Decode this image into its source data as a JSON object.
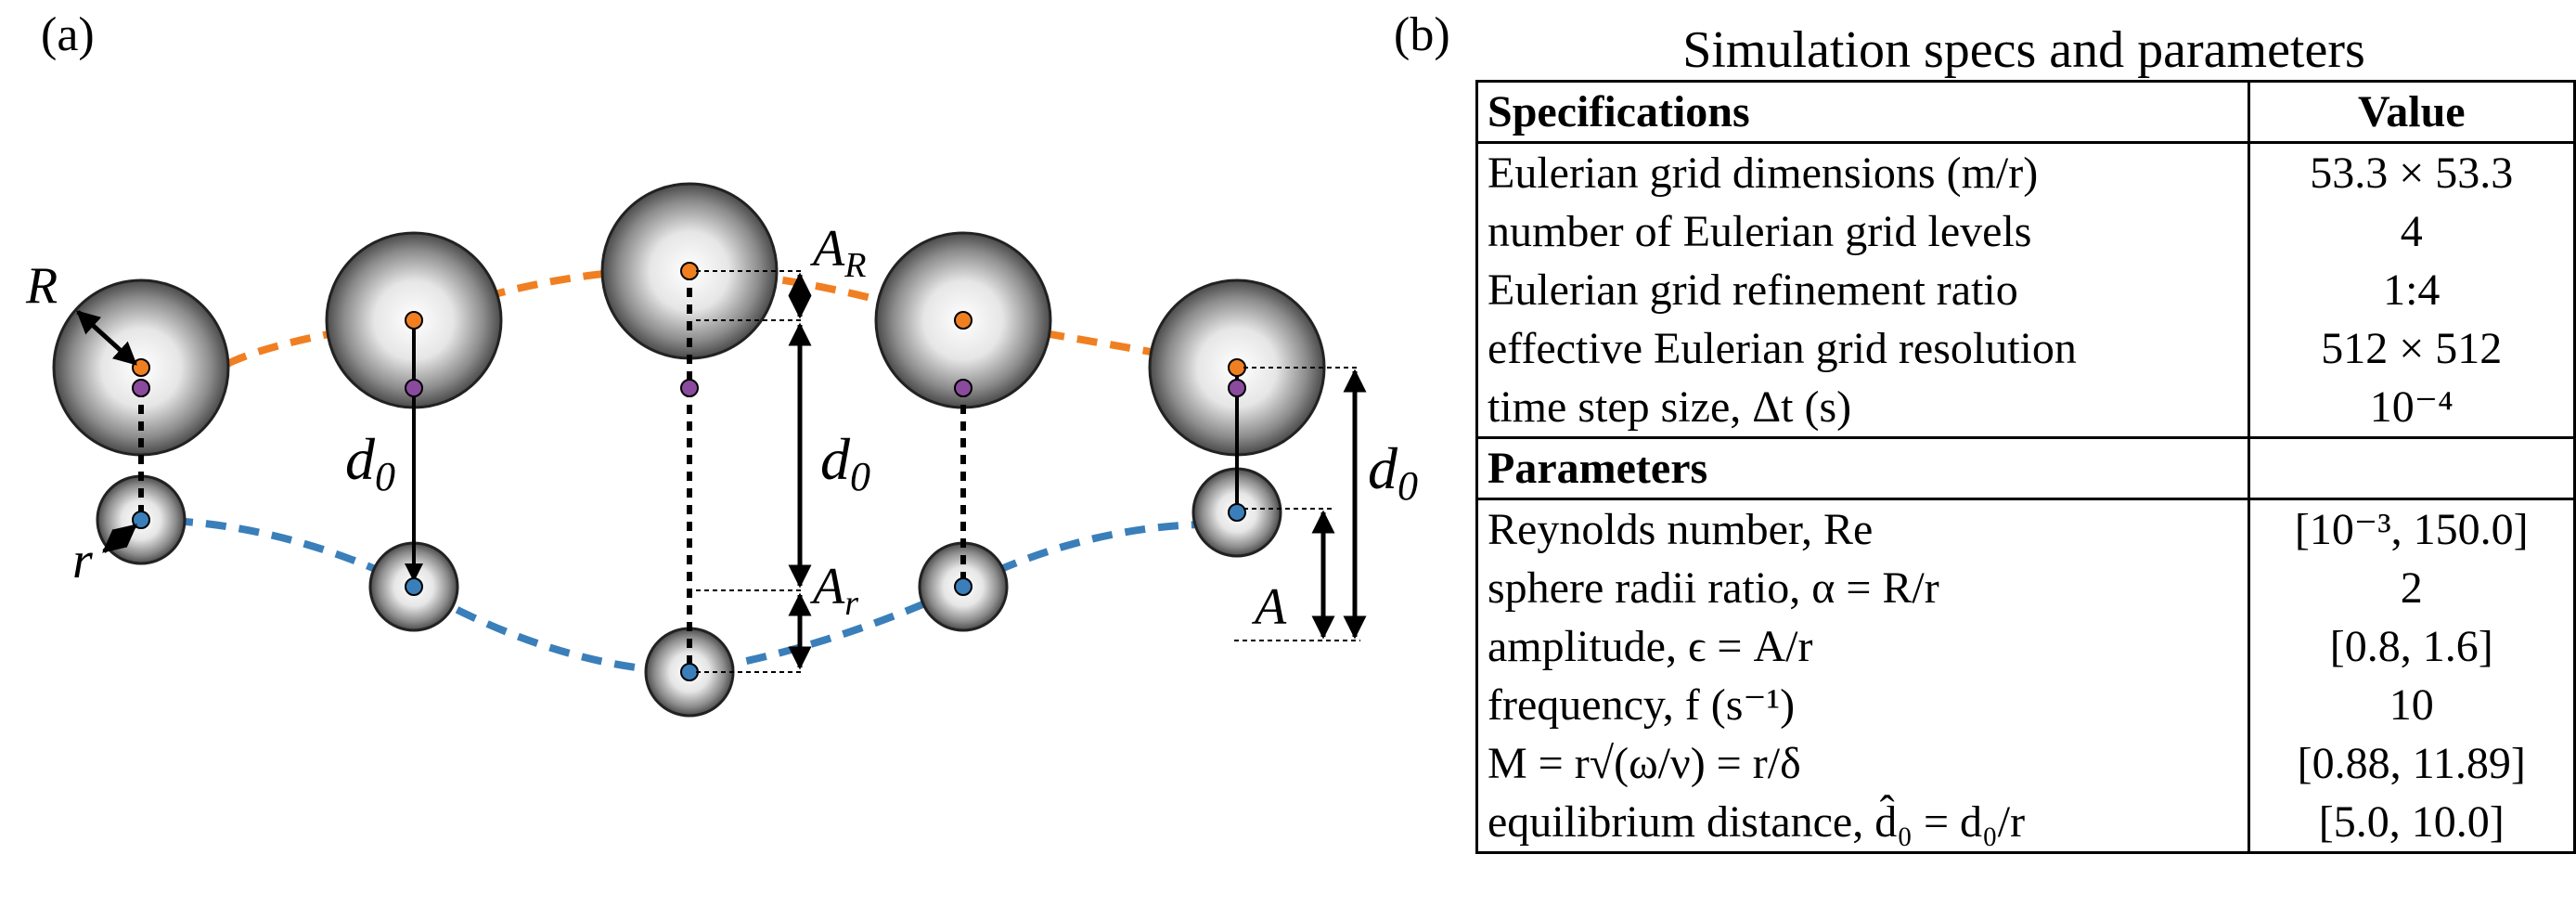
{
  "panels": {
    "a": "(a)",
    "b": "(b)"
  },
  "diagram_labels": {
    "R": "R",
    "r": "r",
    "d0_left": "d",
    "d0_mid": "d",
    "d0_right": "d",
    "d0_sub": "0",
    "A_R": "A",
    "A_R_sub": "R",
    "A_r": "A",
    "A_r_sub": "r",
    "A": "A"
  },
  "colors": {
    "large_path": "#f07f22",
    "small_path": "#3a7fba",
    "connector_marker": "#8a4a9e"
  },
  "table": {
    "title": "Simulation specs and parameters",
    "specs_header": "Specifications",
    "value_header": "Value",
    "specs": [
      {
        "name": "Eulerian grid dimensions (m/r)",
        "value": "53.3 × 53.3"
      },
      {
        "name": "number of Eulerian grid levels",
        "value": "4"
      },
      {
        "name": "Eulerian grid refinement ratio",
        "value": "1:4"
      },
      {
        "name": "effective Eulerian grid resolution",
        "value": "512 × 512"
      },
      {
        "name": "time step size, Δt (s)",
        "value": "10⁻⁴"
      }
    ],
    "params_header": "Parameters",
    "params": [
      {
        "name": "Reynolds number, Re",
        "value": "[10⁻³, 150.0]"
      },
      {
        "name": "sphere radii ratio, α = R/r",
        "value": "2"
      },
      {
        "name": "amplitude, ϵ = A/r",
        "value": "[0.8, 1.6]"
      },
      {
        "name": "frequency, f (s⁻¹)",
        "value": "10"
      },
      {
        "name": "M = r√(ω/ν) = r/δ",
        "value": "[0.88, 11.89]"
      },
      {
        "name": "equilibrium distance, d̂₀ = d₀/r",
        "value": "[5.0, 10.0]"
      }
    ]
  }
}
